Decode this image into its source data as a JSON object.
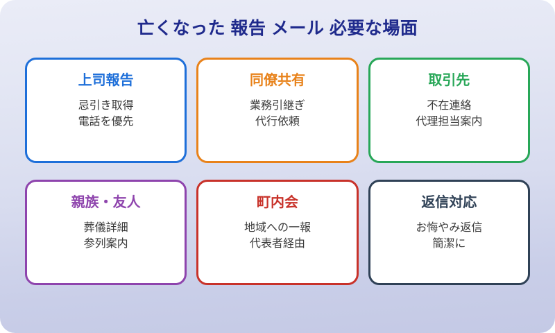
{
  "page": {
    "title": "亡くなった 報告 メール 必要な場面",
    "title_color": "#1f2a8c",
    "background_top_color": "#eaecf7",
    "background_bottom_color": "#c4c9e5",
    "body_text_color": "#3a3a3a"
  },
  "cards": [
    {
      "title": "上司報告",
      "color": "#1e6fd9",
      "lines": [
        "忌引き取得",
        "電話を優先"
      ]
    },
    {
      "title": "同僚共有",
      "color": "#e8821a",
      "lines": [
        "業務引継ぎ",
        "代行依頼"
      ]
    },
    {
      "title": "取引先",
      "color": "#28a758",
      "lines": [
        "不在連絡",
        "代理担当案内"
      ]
    },
    {
      "title": "親族・友人",
      "color": "#8e44ad",
      "lines": [
        "葬儀詳細",
        "参列案内"
      ]
    },
    {
      "title": "町内会",
      "color": "#c8322a",
      "lines": [
        "地域への一報",
        "代表者経由"
      ]
    },
    {
      "title": "返信対応",
      "color": "#2f4156",
      "lines": [
        "お悔やみ返信",
        "簡潔に"
      ]
    }
  ]
}
